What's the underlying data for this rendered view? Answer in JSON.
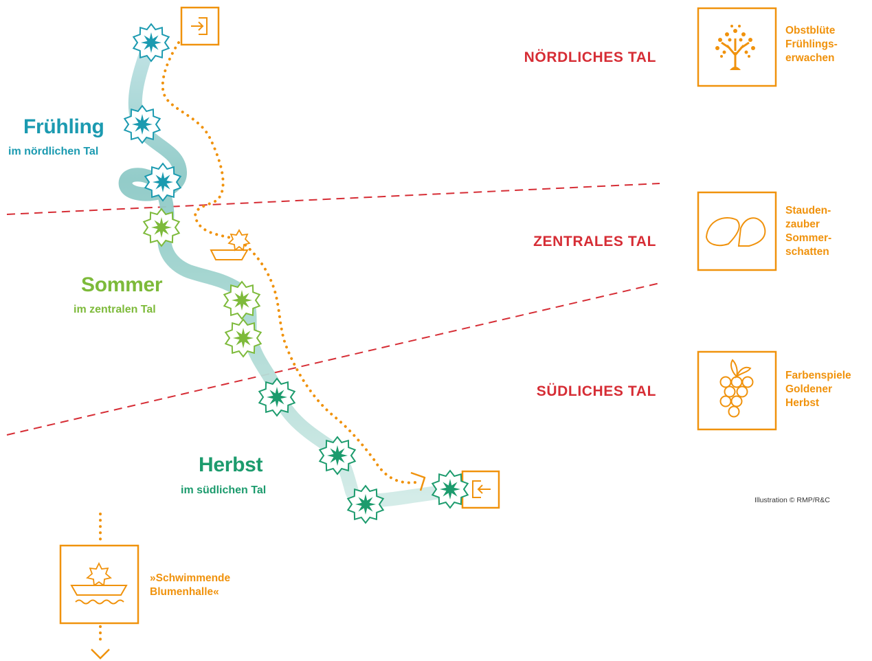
{
  "seasons": {
    "spring": {
      "title": "Frühling",
      "subtitle": "im nördlichen Tal",
      "color": "#1b9ab0"
    },
    "summer": {
      "title": "Sommer",
      "subtitle": "im zentralen Tal",
      "color": "#7dba3a"
    },
    "autumn": {
      "title": "Herbst",
      "subtitle": "im südlichen Tal",
      "color": "#1c9b6d"
    }
  },
  "zones": {
    "north": "NÖRDLICHES TAL",
    "central": "ZENTRALES TAL",
    "south": "SÜDLICHES TAL"
  },
  "features": {
    "north": [
      "Obstblüte",
      "Frühlings-",
      "erwachen"
    ],
    "central": [
      "Stauden-",
      "zauber",
      "Sommer-",
      "schatten"
    ],
    "south": [
      "Farbenspiele",
      "Goldener",
      "Herbst"
    ],
    "hall": [
      "»Schwimmende",
      "Blumenhalle«"
    ]
  },
  "icons": {
    "entry": "entry-icon",
    "exit": "exit-icon",
    "station": "flower-star-icon",
    "tree": "tree-icon",
    "shade": "shade-icon",
    "grape": "grape-icon",
    "boat": "boat-icon"
  },
  "credit": "Illustration © RMP/R&C",
  "colors": {
    "orange": "#f0920c",
    "red": "#d62d35",
    "river": "#b7dedd"
  }
}
